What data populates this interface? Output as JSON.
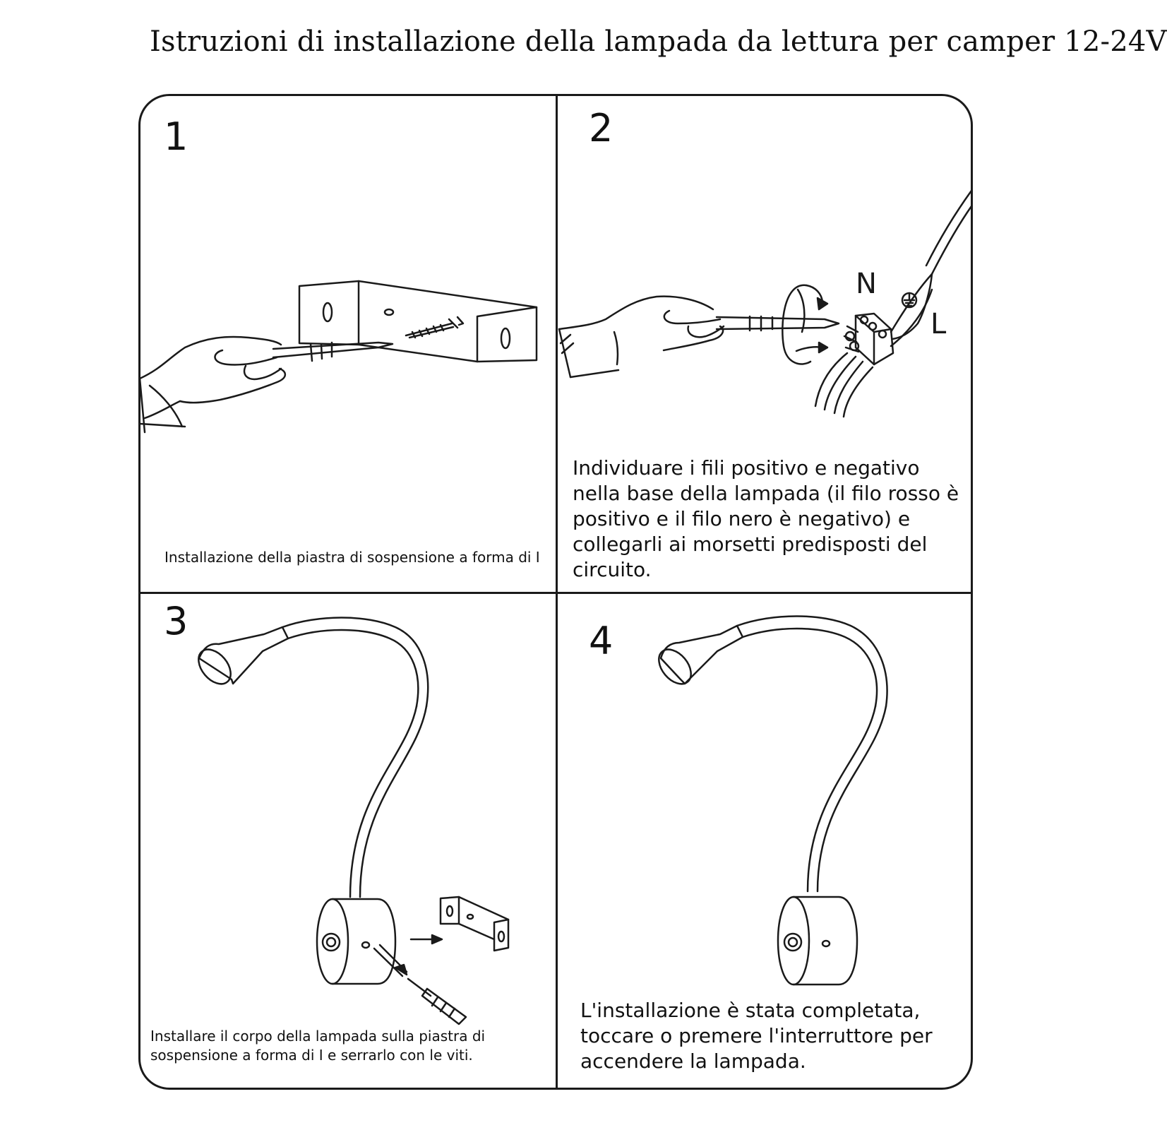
{
  "title": "Istruzioni di installazione della lampada da lettura per camper 12-24V",
  "steps": [
    {
      "number": "1",
      "caption": "Installazione della piastra di sospensione a forma di I"
    },
    {
      "number": "2",
      "caption": "Individuare i fili positivo e negativo nella base della lampada (il filo rosso è positivo e il filo nero è negativo) e collegarli ai morsetti predisposti del circuito."
    },
    {
      "number": "3",
      "caption": "Installare il corpo della lampada sulla piastra di sospensione a forma di I e serrarlo con le viti."
    },
    {
      "number": "4",
      "caption": "L'installazione è stata completata, toccare o premere l'interruttore per accendere la lampada."
    }
  ],
  "wire_labels": {
    "neutral": "N",
    "live": "L"
  },
  "icons": [
    "hand-icon",
    "screwdriver-icon",
    "i-bracket-icon",
    "screw-icon",
    "terminal-block-icon",
    "rotate-arrow-icon",
    "ground-symbol-icon",
    "reading-lamp-icon",
    "arrow-right-icon"
  ]
}
